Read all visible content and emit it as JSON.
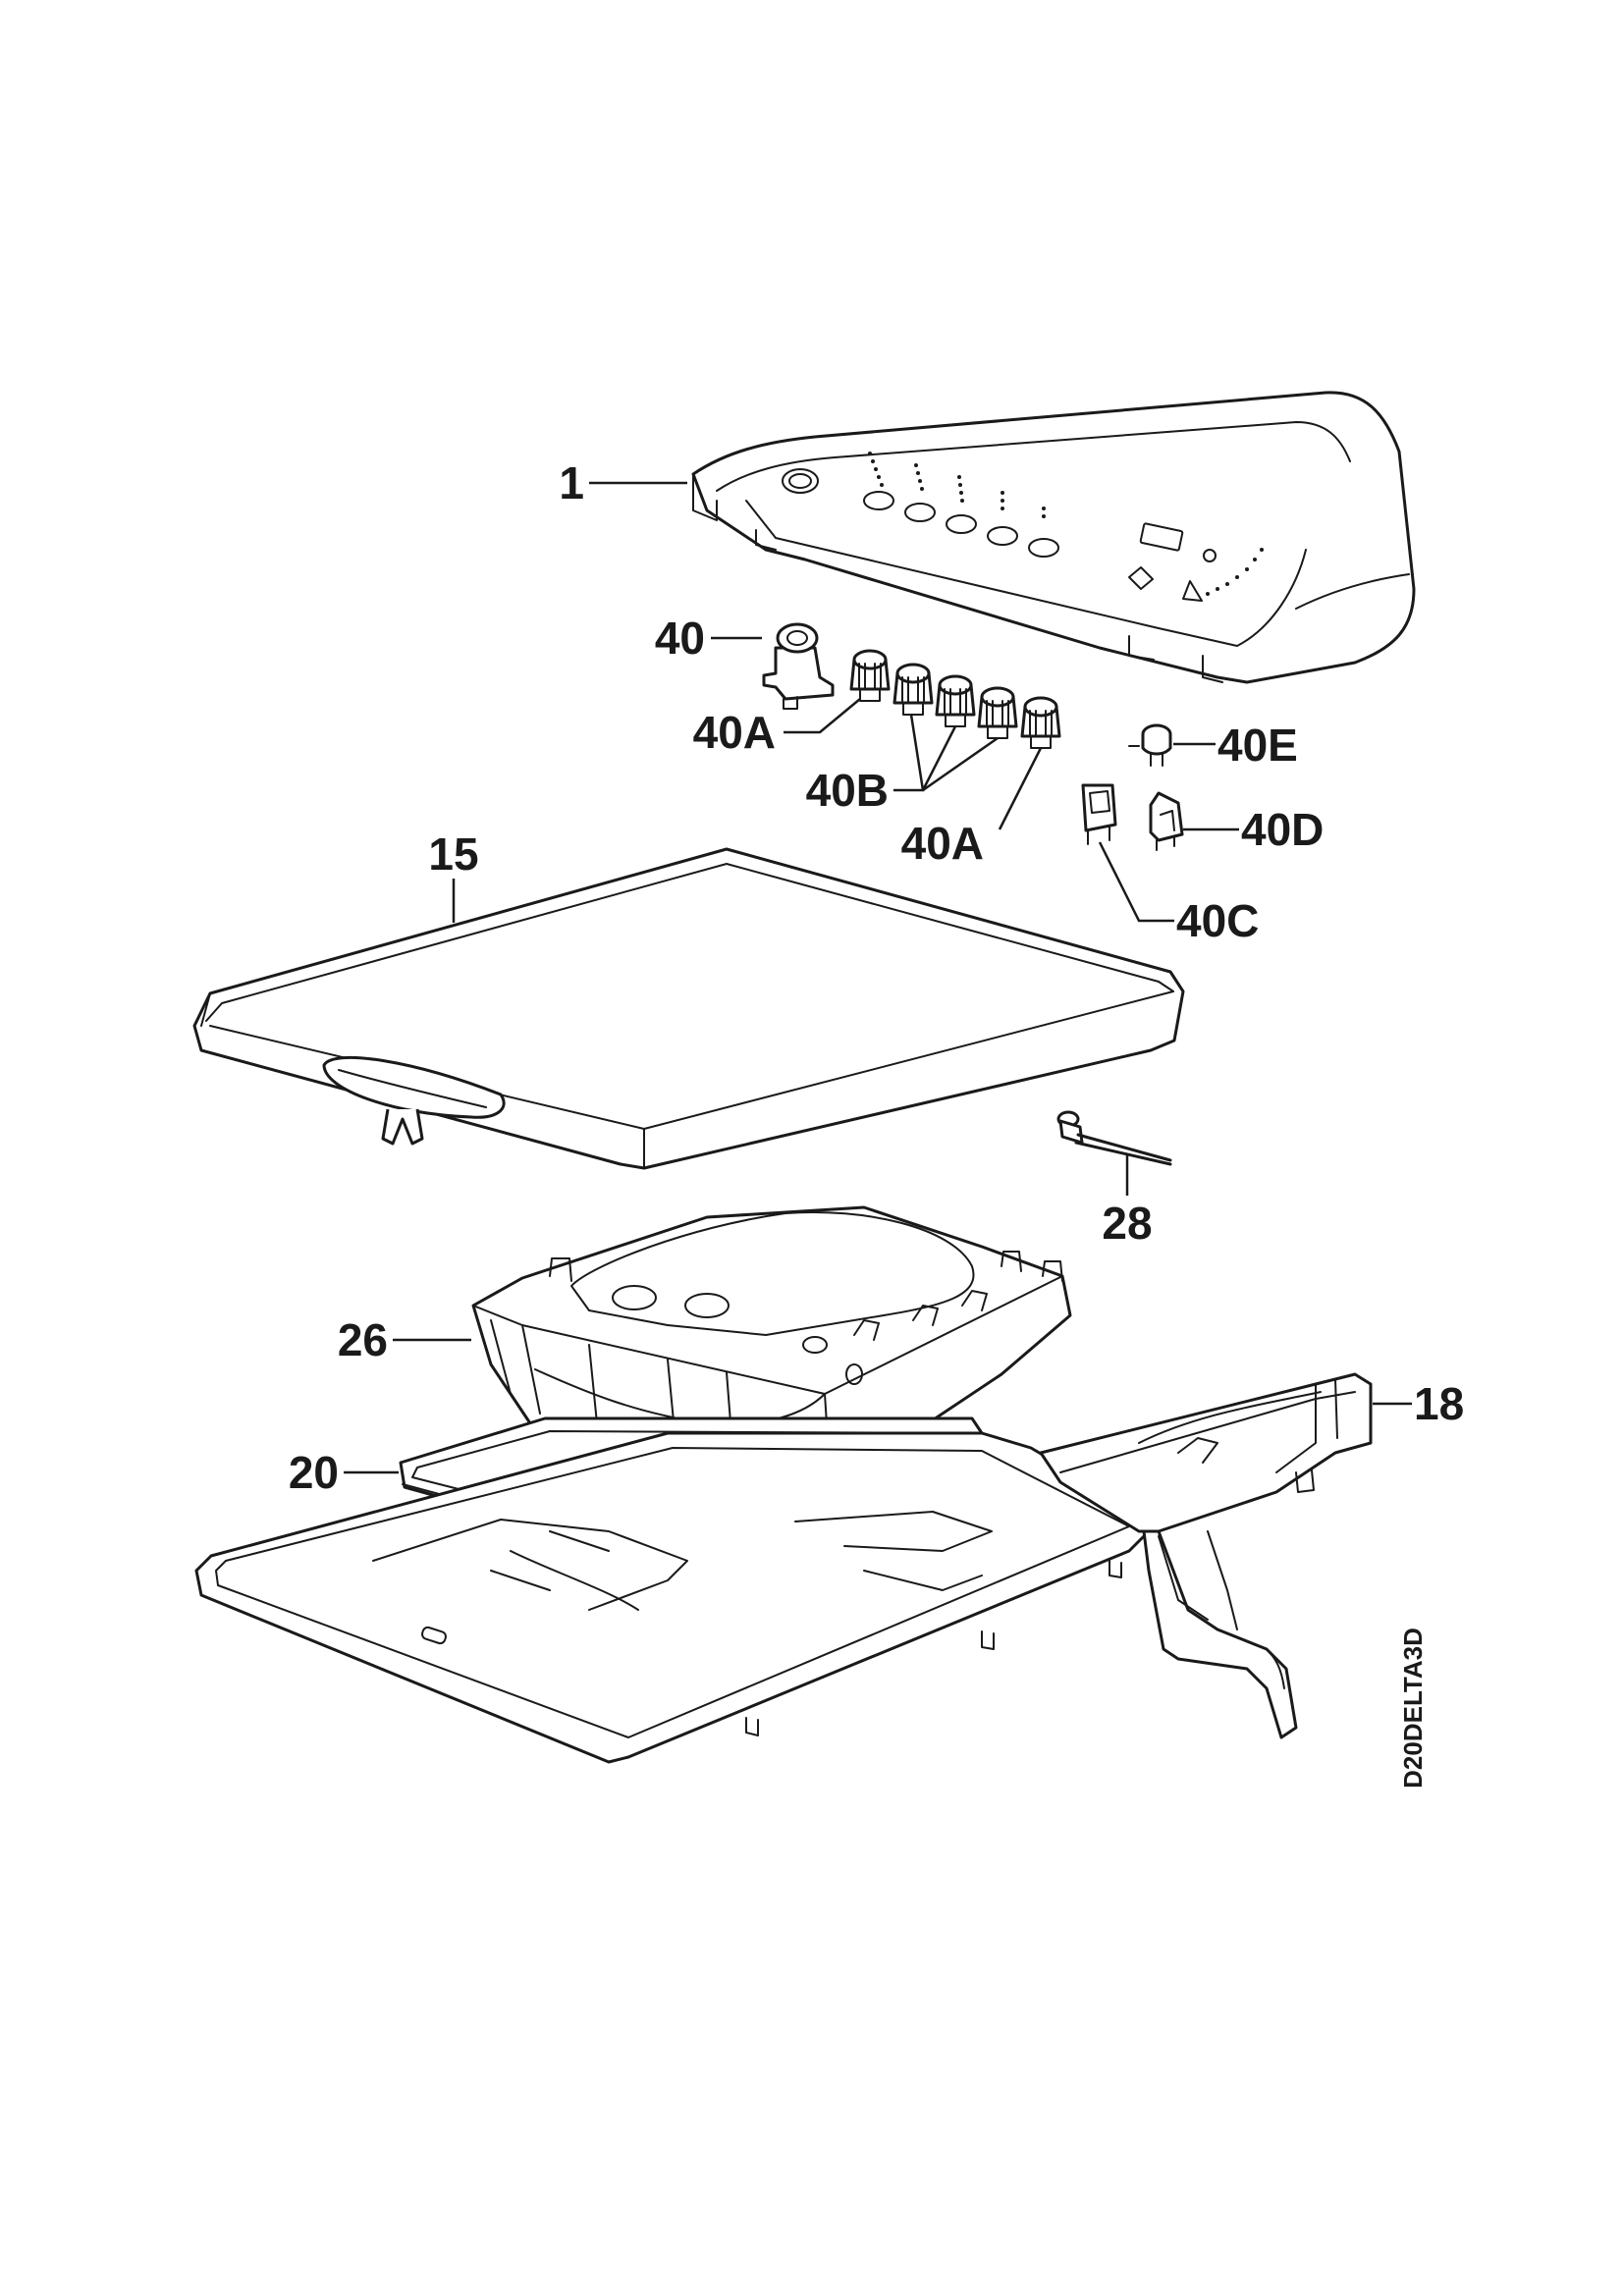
{
  "diagram": {
    "drawing_code": "D20DELTA3D",
    "callouts": {
      "c1": "1",
      "c40": "40",
      "c40a_left": "40A",
      "c40b": "40B",
      "c40a_right": "40A",
      "c40e": "40E",
      "c40d": "40D",
      "c40c": "40C",
      "c15": "15",
      "c28": "28",
      "c26": "26",
      "c18": "18",
      "c20": "20"
    }
  }
}
